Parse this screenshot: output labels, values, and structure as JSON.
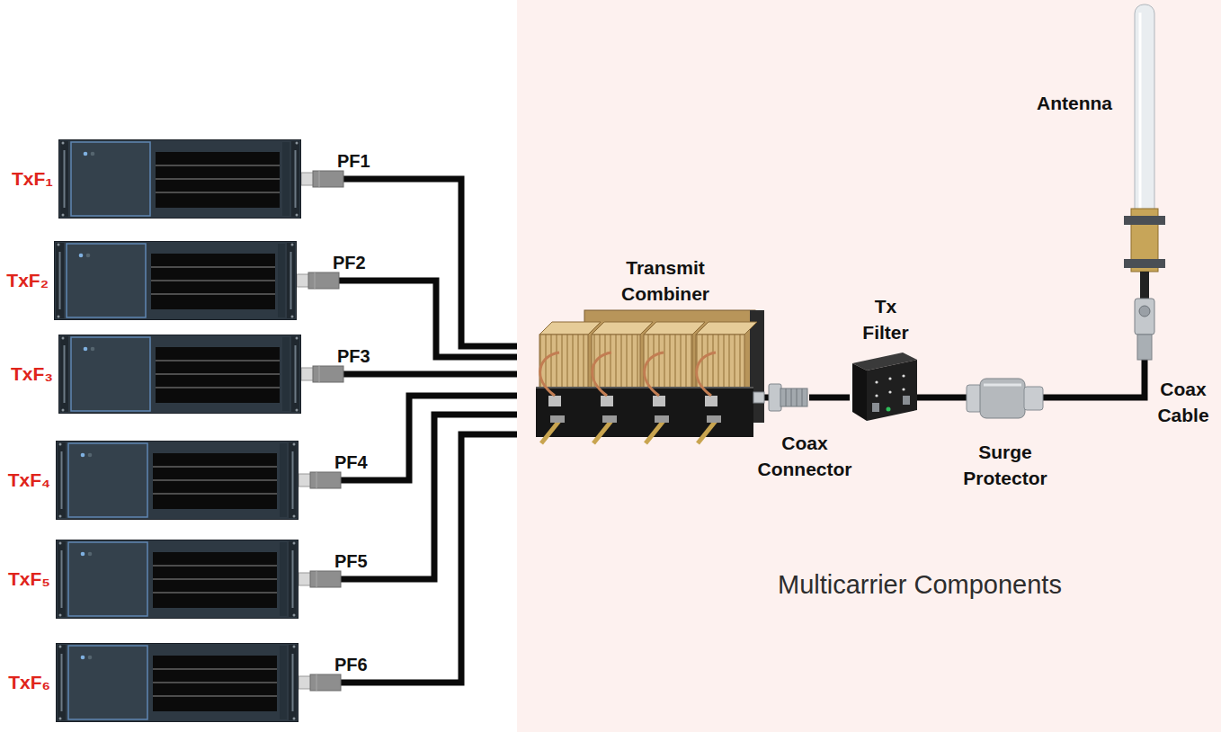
{
  "diagram": {
    "nodes": [
      {
        "text": [
          "TxF₁"
        ]
      },
      {
        "text": [
          "TxF₂"
        ]
      },
      {
        "text": [
          "TxF₃"
        ]
      },
      {
        "text": [
          "TxF₄"
        ]
      },
      {
        "text": [
          "TxF₅"
        ]
      },
      {
        "text": [
          "TxF₆"
        ]
      },
      {
        "text": [
          "Multicarrier Components"
        ]
      },
      {
        "text": [
          "Transmit Combiner"
        ],
        "in": 6
      },
      {
        "text": [
          "Coax Connector"
        ],
        "in": 6
      },
      {
        "text": [
          "Tx Filter"
        ],
        "in": 6
      },
      {
        "text": [
          "Surge Protector"
        ],
        "in": 6
      },
      {
        "text": [
          "Antenna"
        ],
        "in": 6
      }
    ],
    "edges": [
      {
        "from": 0,
        "to": 7,
        "arrow": "none",
        "label": "PF1"
      },
      {
        "from": 1,
        "to": 7,
        "arrow": "none",
        "label": "PF2"
      },
      {
        "from": 2,
        "to": 7,
        "arrow": "none",
        "label": "PF3"
      },
      {
        "from": 3,
        "to": 7,
        "arrow": "none",
        "label": "PF4"
      },
      {
        "from": 4,
        "to": 7,
        "arrow": "none",
        "label": "PF5"
      },
      {
        "from": 5,
        "to": 7,
        "arrow": "none",
        "label": "PF6"
      },
      {
        "from": 7,
        "to": 8,
        "arrow": "none"
      },
      {
        "from": 8,
        "to": 9,
        "arrow": "none"
      },
      {
        "from": 9,
        "to": 10,
        "arrow": "none"
      },
      {
        "from": 10,
        "to": 11,
        "arrow": "none"
      }
    ],
    "labels": [
      "Coax Cable"
    ]
  }
}
